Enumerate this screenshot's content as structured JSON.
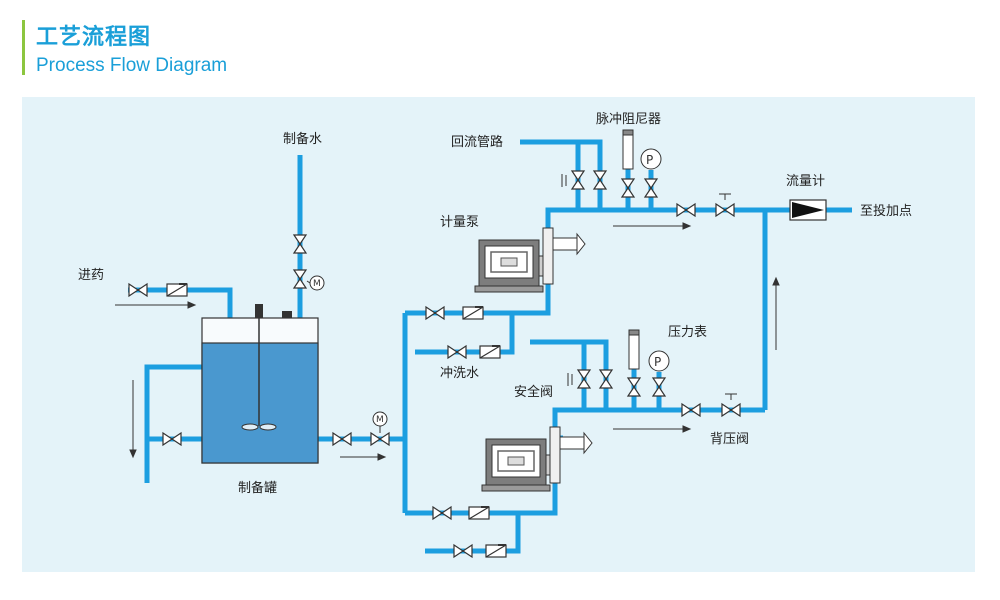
{
  "header": {
    "title_cn": "工艺流程图",
    "title_en": "Process Flow Diagram"
  },
  "labels": {
    "dosing_inlet": "进药",
    "prepared_water": "制备水",
    "prep_tank": "制备罐",
    "metering_pump": "计量泵",
    "return_line": "回流管路",
    "pulse_damper": "脉冲阻尼器",
    "flowmeter": "流量计",
    "to_dosing_point": "至投加点",
    "flush_water": "冲洗水",
    "pressure_gauge": "压力表",
    "safety_valve": "安全阀",
    "back_pressure_valve": "背压阀"
  },
  "colors": {
    "pipe": "#1c9ee0",
    "panel_bg": "#e4f3f9",
    "tank_liquid": "#4a98cf",
    "title": "#1a9fd8",
    "accent_bar": "#8cc63f"
  }
}
